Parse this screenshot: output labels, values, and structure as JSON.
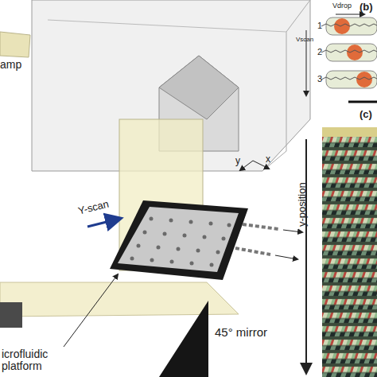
{
  "diagram": {
    "labels": [
      "(b)",
      "Vdrop",
      "1",
      "2",
      "3",
      "Vscan",
      "(c)",
      "y-position",
      "amp",
      "Y-scan",
      "y",
      "x",
      "icrofluidic platform",
      "45° mirror"
    ]
  }
}
